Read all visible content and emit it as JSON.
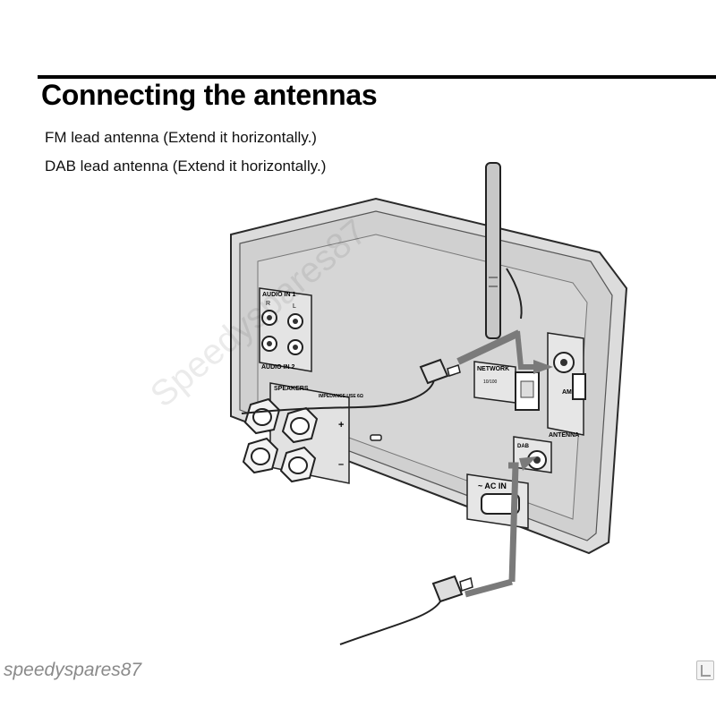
{
  "heading": "Connecting the antennas",
  "captions": {
    "fm": "FM lead antenna (Extend it horizontally.)",
    "dab": "DAB lead antenna (Extend it horizontally.)"
  },
  "panel_labels": {
    "audio_in_1": "AUDIO IN 1",
    "audio_in_2": "AUDIO IN 2",
    "r": "R",
    "l": "L",
    "speakers": "SPEAKERS",
    "speakers_note": "IMPEDANCE USE 6Ω",
    "plus": "+",
    "minus": "–",
    "network": "NETWORK",
    "network_sub": "10/100",
    "am": "AM",
    "antenna": "ANTENNA",
    "dab_terminal": "DAB",
    "ac_in": "~ AC IN"
  },
  "watermark": {
    "diagonal": "Speedyspares87",
    "corner": "speedyspares87"
  },
  "colors": {
    "panel": "#d9d9d9",
    "panel_inner": "#c9c9c9",
    "outline": "#2a2a2a",
    "cable": "#7a7a7a",
    "ink": "#000000"
  }
}
